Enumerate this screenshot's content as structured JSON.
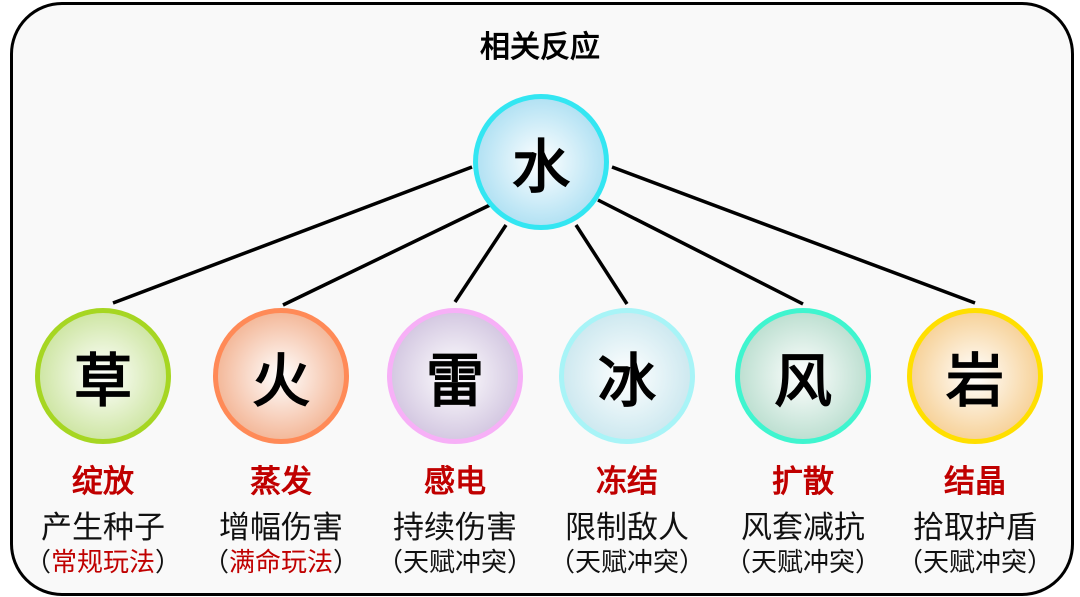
{
  "title": "相关反应",
  "center": {
    "label": "水",
    "border": "#33e6f2",
    "fill": "#a9def2"
  },
  "paren_open": "（",
  "paren_close": "）",
  "elements": [
    {
      "label": "草",
      "border": "#a6d622",
      "fill": "#c9e39a",
      "reaction": "绽放",
      "effect": "产生种子",
      "note": "常规玩法",
      "note_red": true
    },
    {
      "label": "火",
      "border": "#ff8a57",
      "fill": "#f2b08e",
      "reaction": "蒸发",
      "effect": "增幅伤害",
      "note": "满命玩法",
      "note_red": true
    },
    {
      "label": "雷",
      "border": "#f7b0f7",
      "fill": "#cfc2de",
      "reaction": "感电",
      "effect": "持续伤害",
      "note": "天赋冲突",
      "note_red": false
    },
    {
      "label": "冰",
      "border": "#a8f4f7",
      "fill": "#c8e6ee",
      "reaction": "冻结",
      "effect": "限制敌人",
      "note": "天赋冲突",
      "note_red": false
    },
    {
      "label": "风",
      "border": "#3ff5cf",
      "fill": "#b6dccc",
      "reaction": "扩散",
      "effect": "风套减抗",
      "note": "天赋冲突",
      "note_red": false
    },
    {
      "label": "岩",
      "border": "#ffdf00",
      "fill": "#f6cd8e",
      "reaction": "结晶",
      "effect": "拾取护盾",
      "note": "天赋冲突",
      "note_red": false
    }
  ]
}
